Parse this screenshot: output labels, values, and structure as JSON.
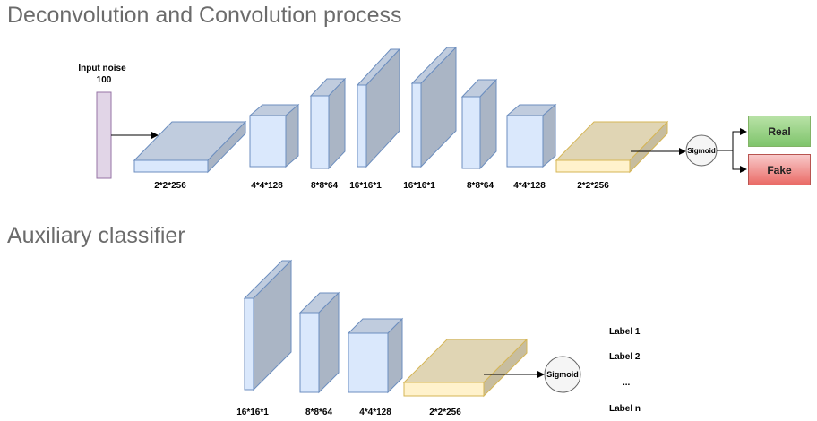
{
  "titles": {
    "deconv": "Deconvolution and Convolution process",
    "aux": "Auxiliary classifier"
  },
  "input": {
    "label": "Input noise",
    "size": "100"
  },
  "top_layers": [
    "2*2*256",
    "4*4*128",
    "8*8*64",
    "16*16*1",
    "16*16*1",
    "8*8*64",
    "4*4*128",
    "2*2*256"
  ],
  "sigmoid_label": "Sigmoid",
  "outputs": {
    "real": "Real",
    "fake": "Fake"
  },
  "bottom_layers": [
    "16*16*1",
    "8*8*64",
    "4*4*128",
    "2*2*256"
  ],
  "class_labels": [
    "Label 1",
    "Label 2",
    "...",
    "Label n"
  ],
  "colors": {
    "blue_fill": "#dae8fc",
    "blue_stroke": "#6c8ebf",
    "yellow_fill": "#fff2cc",
    "yellow_stroke": "#d6b656",
    "purple_fill": "#e1d5e7",
    "purple_stroke": "#9673a6",
    "real_green": "#82b366",
    "fake_red": "#b85450"
  }
}
